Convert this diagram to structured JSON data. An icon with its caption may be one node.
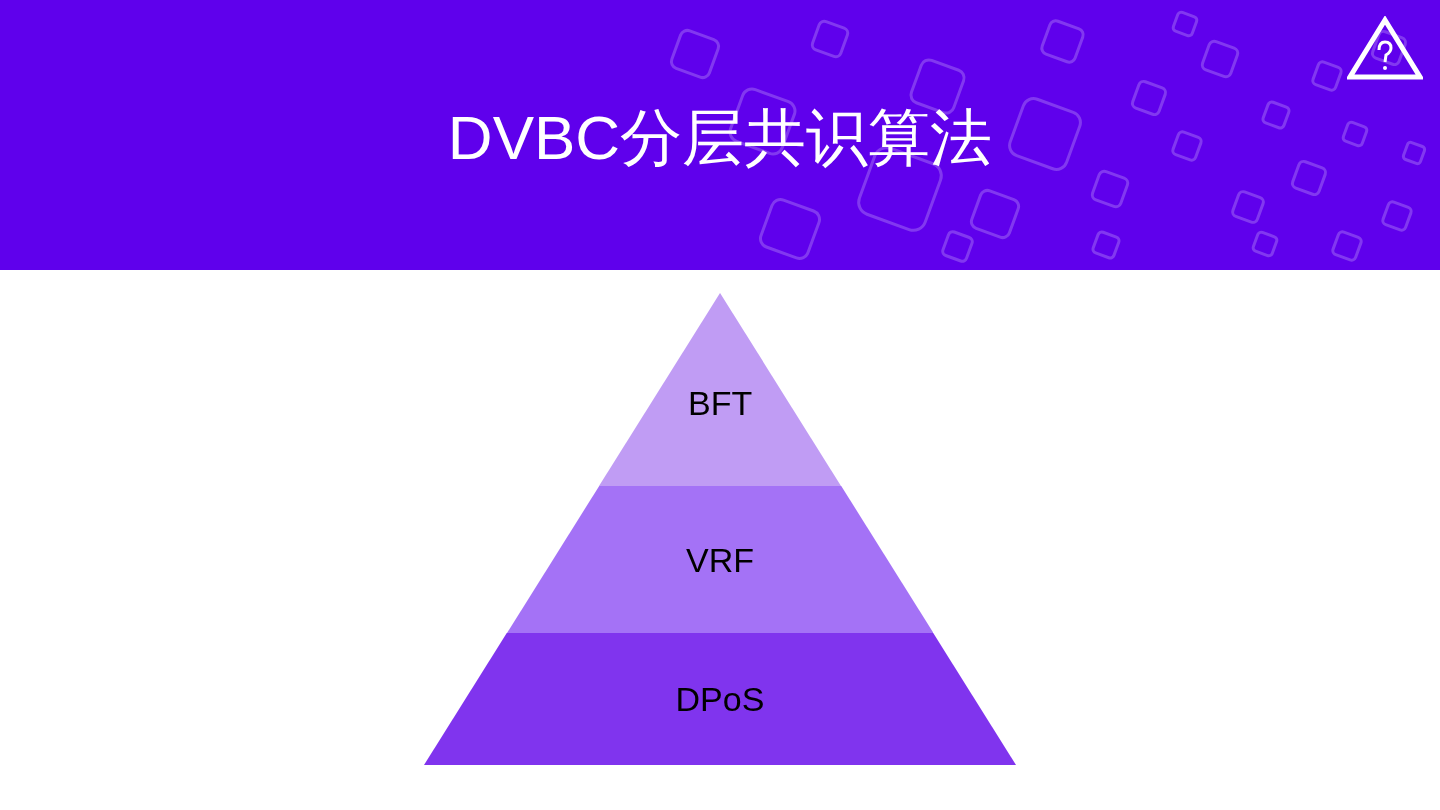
{
  "diagram": {
    "title": "DVBC分层共识算法",
    "nodes": [
      {
        "text": [
          "BFT"
        ]
      },
      {
        "text": [
          "VRF"
        ]
      },
      {
        "text": [
          "DPoS"
        ]
      }
    ]
  }
}
